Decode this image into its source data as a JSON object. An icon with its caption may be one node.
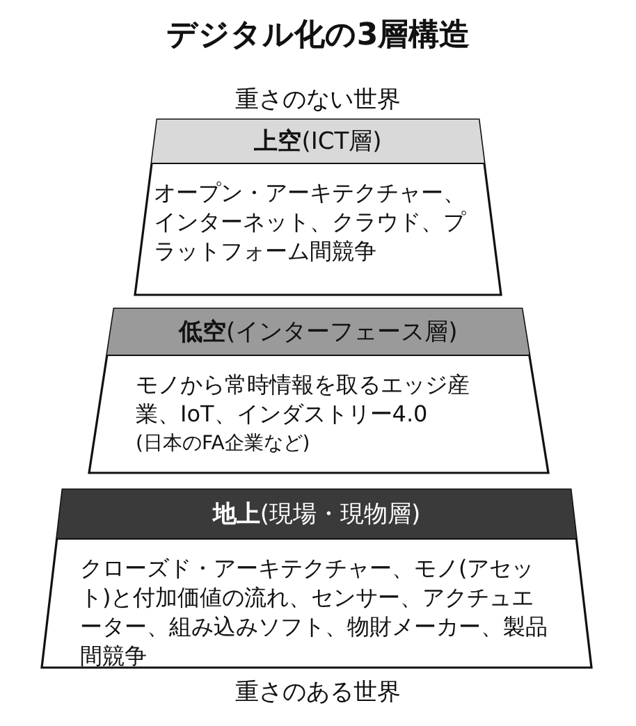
{
  "diagram": {
    "title": "デジタル化の3層構造",
    "nodes": [
      {
        "text": [
          "**上空**(ICT層)",
          "オープン・アーキテクチャー、インターネット、クラウド、プラットフォーム間競争"
        ]
      },
      {
        "text": [
          "**低空**(インターフェース層)",
          "モノから常時情報を取るエッジ産業、IoT、インダストリー4.0",
          "(日本のFA企業など)"
        ]
      },
      {
        "text": [
          "**地上**(現場・現物層)",
          "クローズド・アーキテクチャー、モノ(アセット)と付加価値の流れ、センサー、アクチュエーター、組み込みソフト、物財メーカー、製品間競争"
        ]
      }
    ],
    "labels": [
      "重さのない世界",
      "重さのある世界"
    ]
  }
}
